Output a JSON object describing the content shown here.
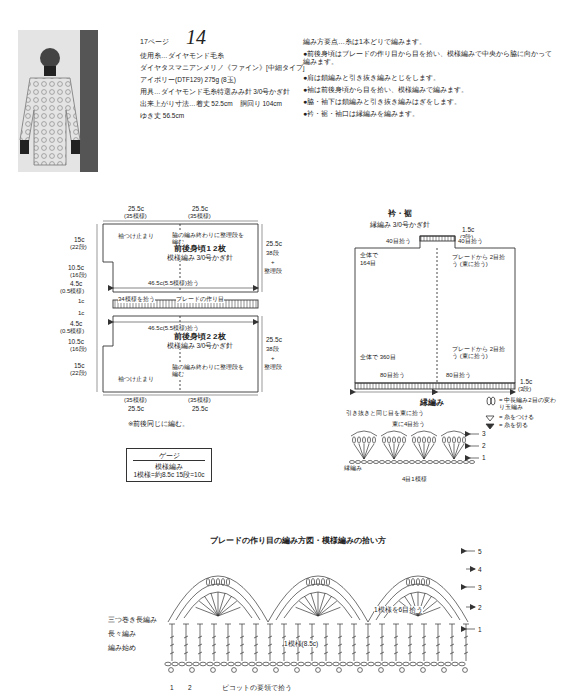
{
  "diagram": {
    "title": "14",
    "nodes": [
      {
        "text": [
          "前後身頃1 2枚",
          "模様編み 3/0号かぎ針"
        ]
      },
      {
        "text": [
          "前後身頃2 2枚",
          "模様編み 3/0号かぎ針"
        ]
      },
      {
        "text": [
          "ゲージ",
          "模様編み",
          "1模様=約8.5c 15段=10c"
        ]
      }
    ],
    "labels": [
      "17ページ",
      "使用糸…ダイヤモンド毛糸",
      "ダイヤタスマニアンメリノ《ファイン》[中細タイプ]",
      "アイボリー(DTF129) 275g (8玉)",
      "用具…ダイヤモンド毛糸特選みみ針 3/0号かぎ針",
      "出来上がり寸法…着丈 52.5cm　胴回り 104cm",
      "ゆき丈 56.5cm",
      "編み方要点…糸は1本どりで編みます。",
      "●前後身頃はブレードの作り目から目を拾い、模様編みで中央から脇に向かって編みます。",
      "●肩は鎖編みと引き抜き編みとじをします。",
      "●袖は前後身頃から目を拾い、模様編みで編みます。",
      "●脇・袖下は鎖編みと引き抜き編みはぎをします。",
      "●衿・裾・袖口は縁編みを編みます。",
      "25.5c",
      "(35模様)",
      "25.5c",
      "(35模様)",
      "袖つけ止まり",
      "脇の編み終わりに整理段を編む",
      "15c",
      "(22段)",
      "10.5c",
      "(16段)",
      "4.5c",
      "(0.5模様)",
      "25.5c",
      "38段",
      "+",
      "整理段",
      "46.5c(5.5模様)拾う",
      "34模様を拾う",
      "ブレードの作り目",
      "1c",
      "1c",
      "4.5c",
      "(0.5模様)",
      "46.5c(5.5模様)拾う",
      "10.5c",
      "(16段)",
      "15c",
      "(22段)",
      "25.5c",
      "38段",
      "+",
      "整理段",
      "脇の編み終わりに整理段を編む",
      "袖つけ止まり",
      "(35模様)",
      "25.5c",
      "(35模様)",
      "25.5c",
      "※前後同じに編む。",
      "衿・裾",
      "縁編み 3/0号かぎ針",
      "1.5c",
      "(3段)",
      "40目拾う",
      "40目拾う",
      "全体で",
      "164目",
      "ブレードから 2目拾う (束に拾う)",
      "全体で 360目",
      "ブレードから 2目拾う (束に拾う)",
      "80目拾う",
      "80目拾う",
      "1.5c",
      "(3段)",
      "縁編み",
      "引き抜きと同じ目を束に拾う",
      "束に4目拾う",
      "3",
      "2",
      "1",
      "縁編み",
      "4目1模様",
      "ブレードの作り目の編み方図・模様編みの拾い方",
      "5",
      "4",
      "3",
      "2",
      "1",
      "三つ巻き長編み",
      "長々編み",
      "編み始め",
      "1模様を6目拾う",
      "1模様(8.5c)",
      "1",
      "2",
      "ピコットの要領で拾う"
    ],
    "legend": [
      {
        "text": "= 中長編み2目の変わり玉編み"
      },
      {
        "text": "= 糸をつける"
      },
      {
        "text": "= 糸を切る"
      }
    ]
  }
}
